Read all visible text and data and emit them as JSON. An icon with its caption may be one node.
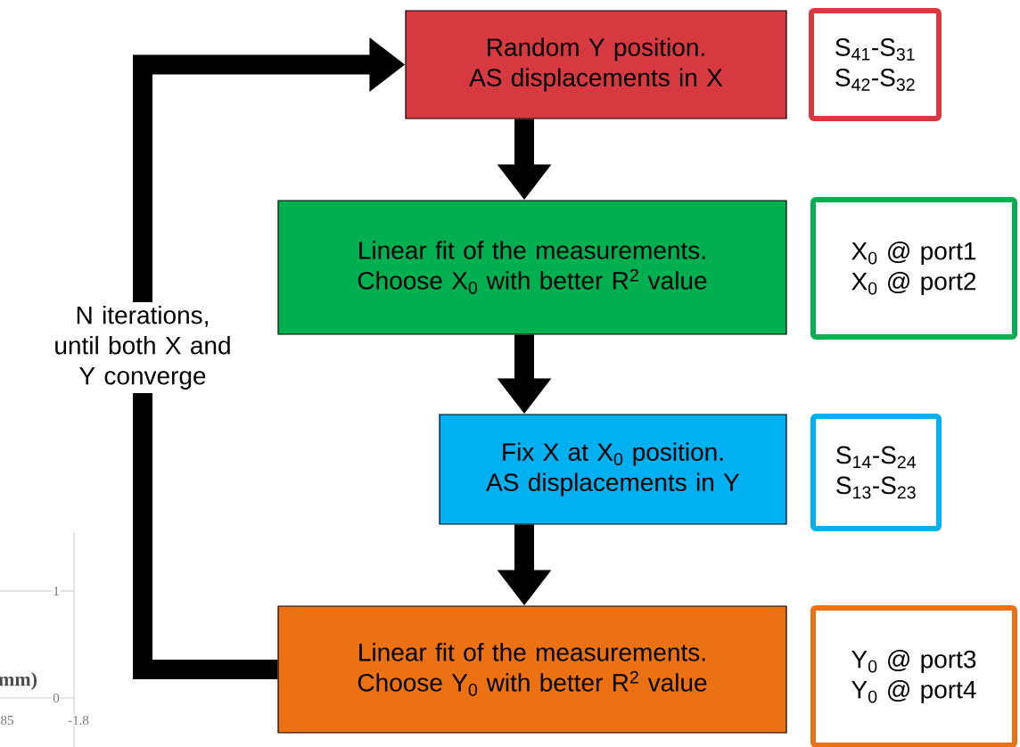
{
  "diagram": {
    "nodes": [
      {
        "text": [
          "Random Y position. AS displacements in X"
        ]
      },
      {
        "text": [
          "S$_{41}$-S$_{31}$ S$_{42}$-S$_{32}$"
        ]
      },
      {
        "text": [
          "Linear fit of the measurements. Choose X$_{0}$ with better R$^{2}$ value"
        ]
      },
      {
        "text": [
          "X$_{0}$ @ port1 X$_{0}$ @ port2"
        ]
      },
      {
        "text": [
          "Fix X at X$_{0}$ position. AS displacements in Y"
        ]
      },
      {
        "text": [
          "S$_{14}$-S$_{24}$ S$_{13}$-S$_{23}$"
        ]
      },
      {
        "text": [
          "Linear fit of the measurements. Choose Y$_{0}$ with better R$^{2}$ value"
        ]
      },
      {
        "text": [
          "Y$_{0}$ @ port3 Y$_{0}$ @ port4"
        ]
      }
    ],
    "edges": [
      {
        "from": 0,
        "to": 2,
        "arrow": "to"
      },
      {
        "from": 2,
        "to": 4,
        "arrow": "to"
      },
      {
        "from": 4,
        "to": 6,
        "arrow": "to"
      },
      {
        "from": 6,
        "to": 0,
        "arrow": "to",
        "label": "N iterations, until both X and Y converge"
      }
    ],
    "labels": [
      "1",
      "mm)",
      "0",
      "85",
      "-1.8"
    ]
  }
}
